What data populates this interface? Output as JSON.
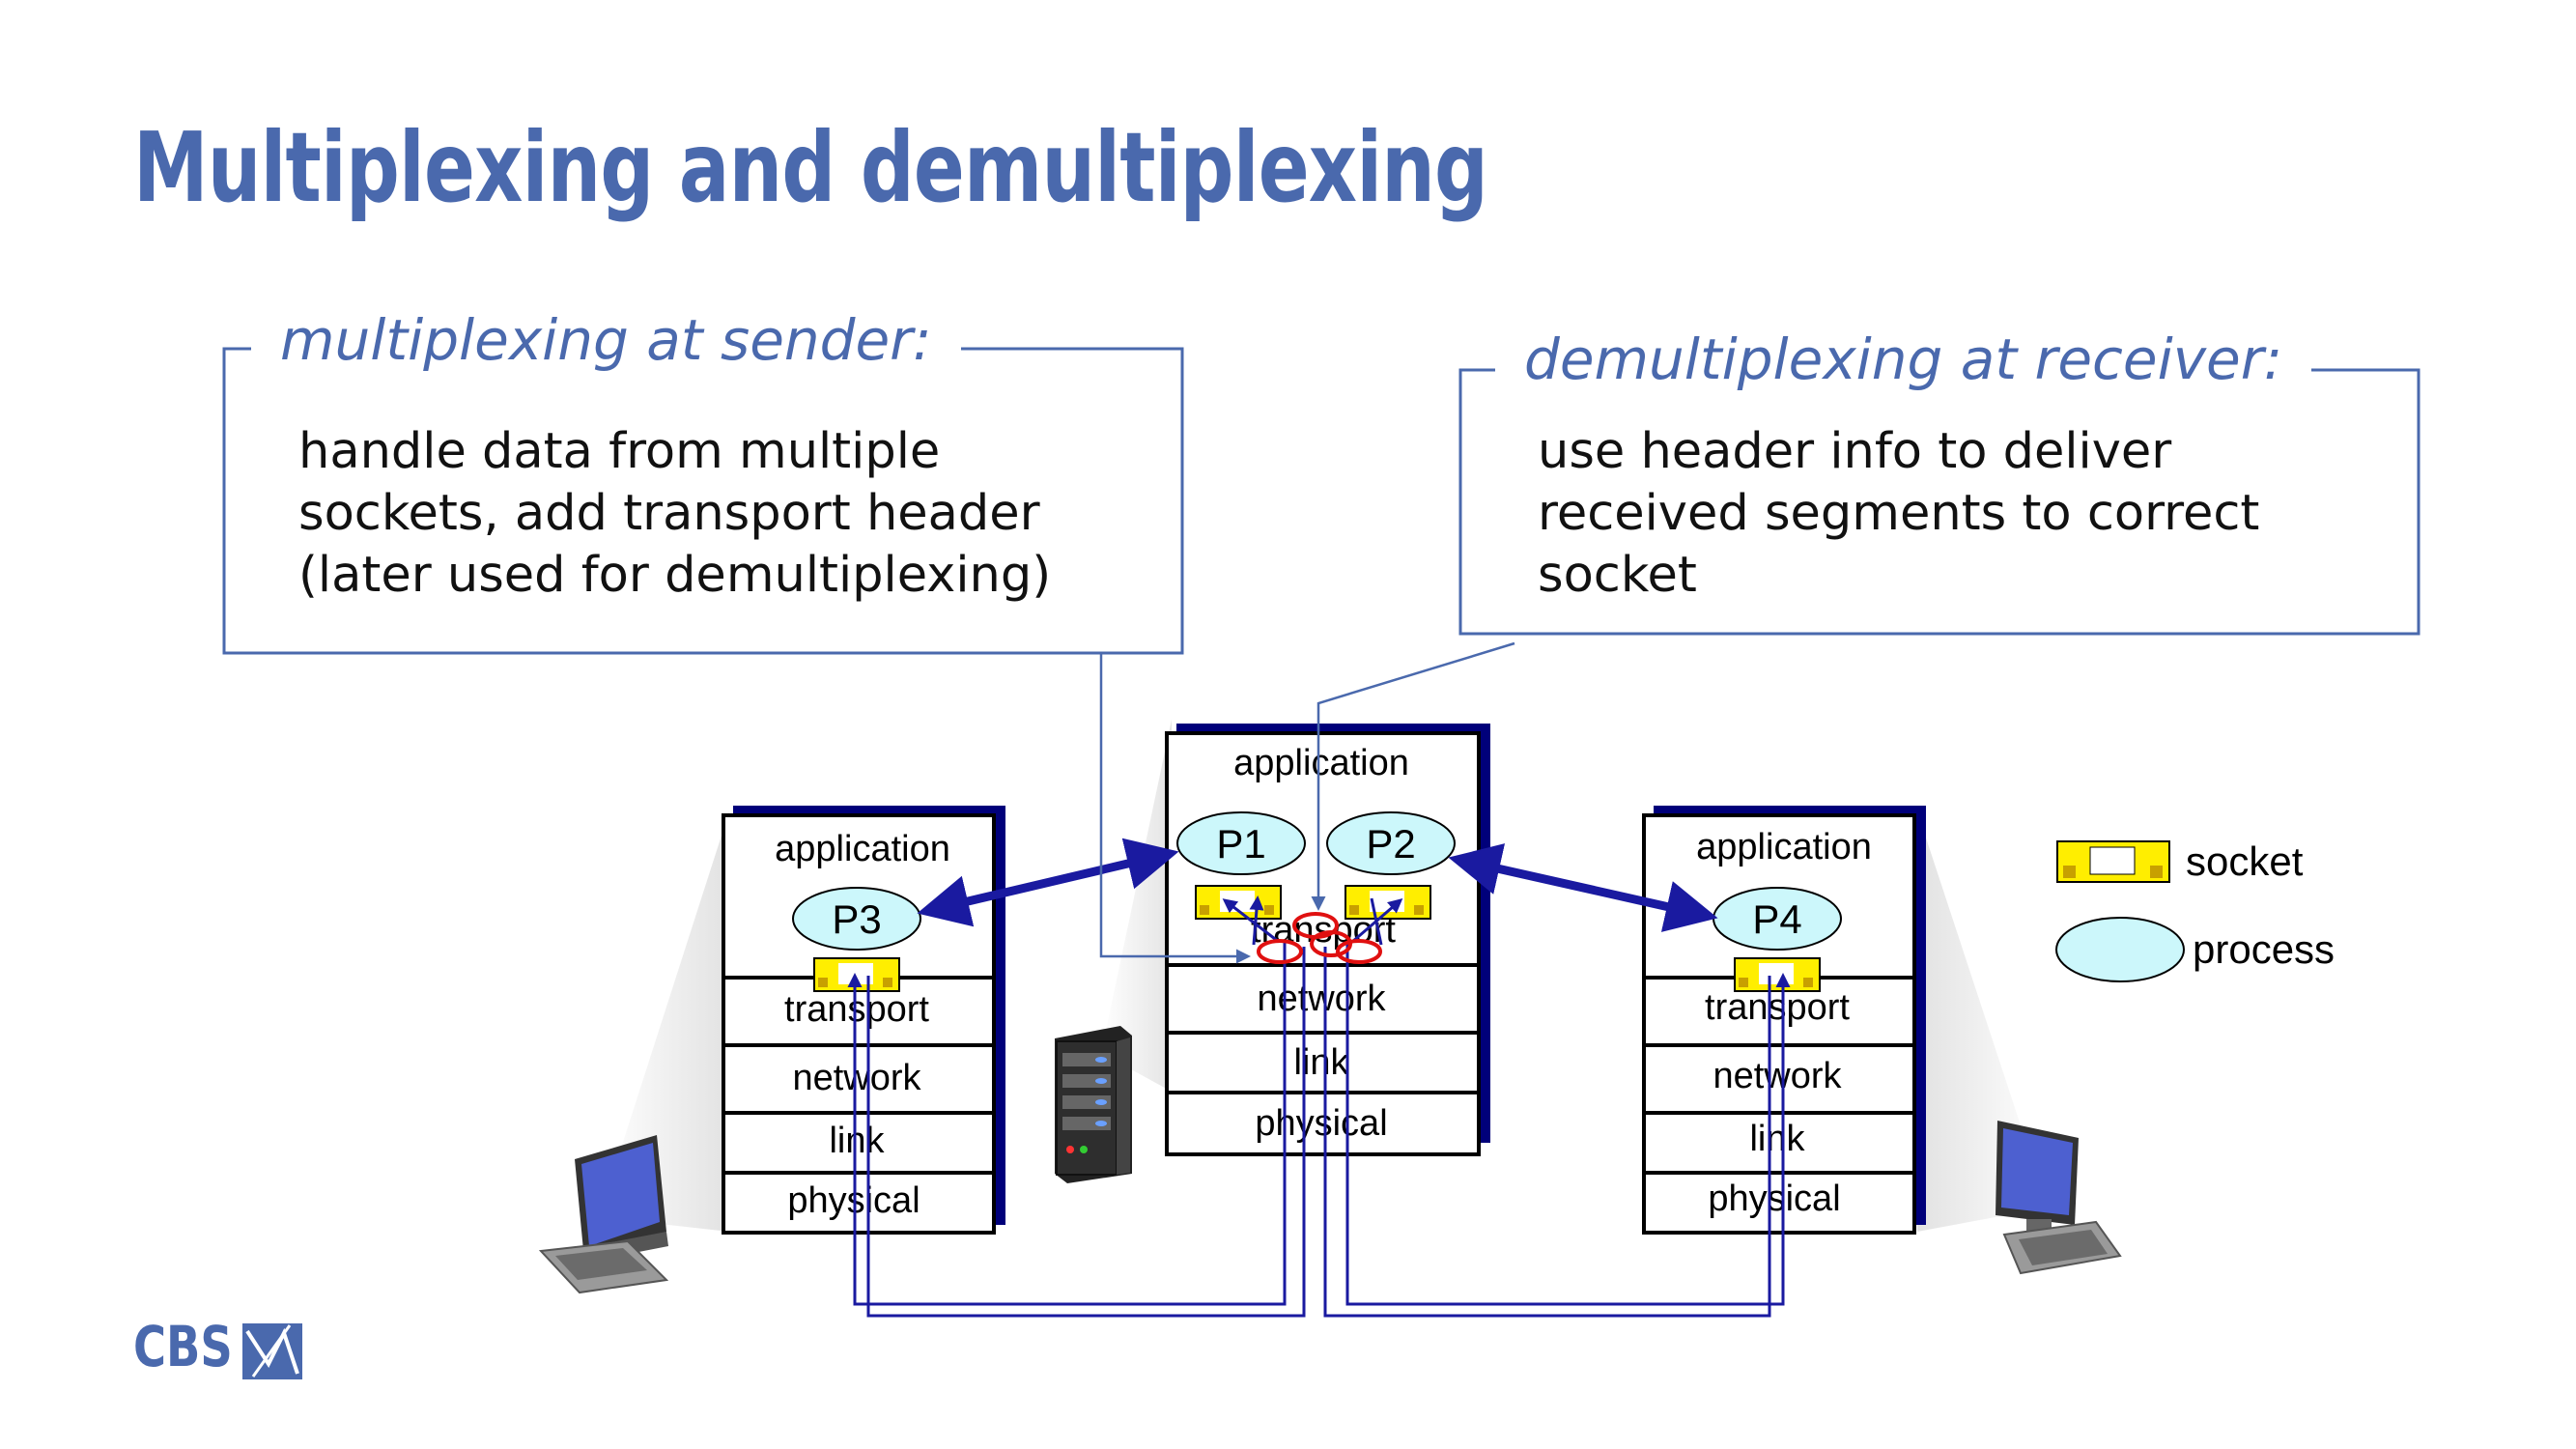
{
  "slide": {
    "title": "Multiplexing and demultiplexing",
    "logo_text": "CBS"
  },
  "callouts": {
    "sender": {
      "title": "multiplexing at sender:",
      "lines": [
        "handle data from multiple",
        "sockets, add transport header",
        "(later used for demultiplexing)"
      ]
    },
    "receiver": {
      "title": "demultiplexing at receiver:",
      "lines": [
        "use header info to deliver",
        "received segments to correct",
        "socket"
      ]
    }
  },
  "hosts": {
    "left": {
      "layers": [
        "application",
        "transport",
        "network",
        "link",
        "physical"
      ],
      "processes": [
        "P3"
      ]
    },
    "center": {
      "layers": [
        "application",
        "transport",
        "network",
        "link",
        "physical"
      ],
      "processes": [
        "P1",
        "P2"
      ]
    },
    "right": {
      "layers": [
        "application",
        "transport",
        "network",
        "link",
        "physical"
      ],
      "processes": [
        "P4"
      ]
    }
  },
  "legend": {
    "socket": "socket",
    "process": "process"
  },
  "colors": {
    "title_blue": "#4a69ad",
    "process_fill": "#ccf7fb",
    "socket_fill": "#ffee00",
    "link_blue": "#1a1aa0",
    "stack_shadow": "#00007a",
    "socket_marker_red": "#e01010"
  }
}
